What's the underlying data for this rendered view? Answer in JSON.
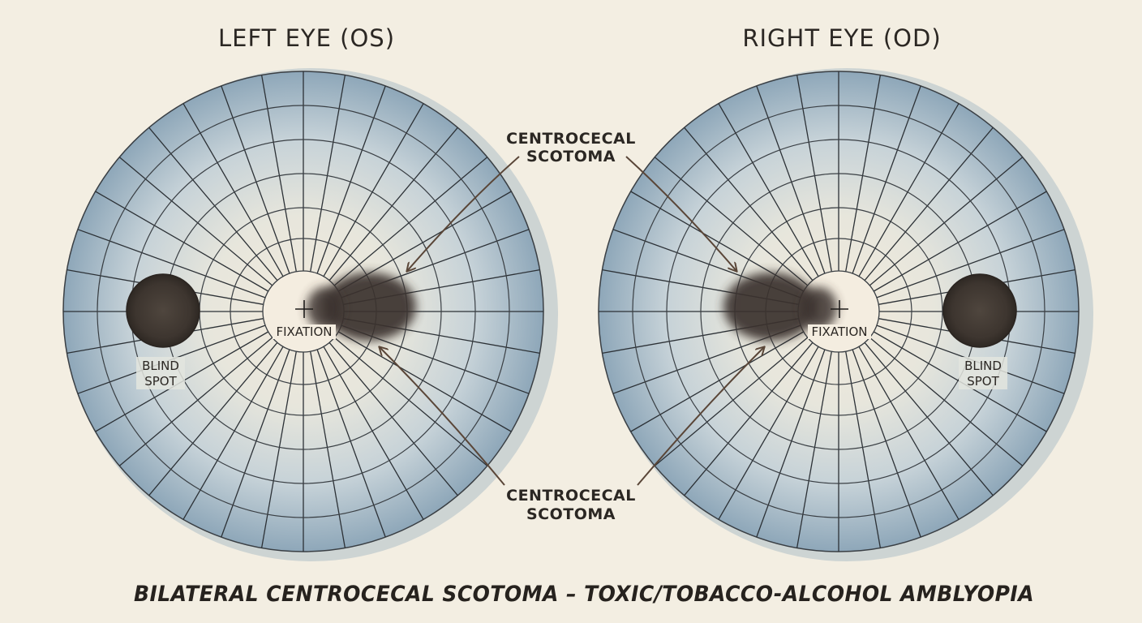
{
  "diagram": {
    "left_eye": {
      "title": "LEFT EYE (OS)",
      "fixation_label": "FIXATION",
      "blind_spot_label_line1": "BLIND",
      "blind_spot_label_line2": "SPOT"
    },
    "right_eye": {
      "title": "RIGHT EYE (OD)",
      "fixation_label": "FIXATION",
      "blind_spot_label_line1": "BLIND",
      "blind_spot_label_line2": "SPOT"
    },
    "callout_top_line1": "CENTROCECAL",
    "callout_top_line2": "SCOTOMA",
    "callout_bottom_line1": "CENTROCECAL",
    "callout_bottom_line2": "SCOTOMA",
    "bottom_title": "BILATERAL CENTROCECAL SCOTOMA – TOXIC/TOBACCO-ALCOHOL AMBLYOPIA"
  },
  "colors": {
    "background": "#f3eee2",
    "field_outer": "#8da6b8",
    "field_center": "#f2eadb",
    "scotoma": "#3b332d",
    "arrow": "#5a4638"
  }
}
